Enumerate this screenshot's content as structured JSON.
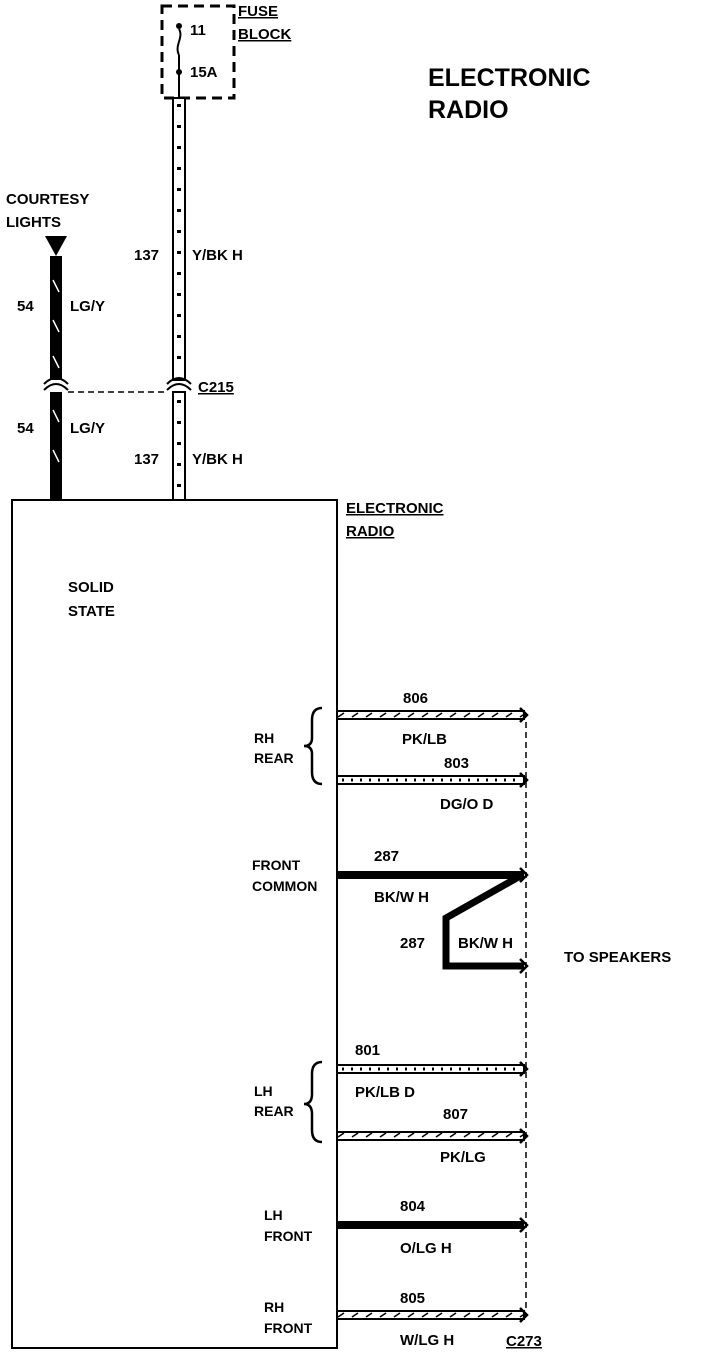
{
  "title": {
    "line1": "ELECTRONIC",
    "line2": "RADIO"
  },
  "fuse": {
    "label_line1": "FUSE",
    "label_line2": "BLOCK",
    "number": "11",
    "rating": "15A"
  },
  "courtesy": {
    "line1": "COURTESY",
    "line2": "LIGHTS"
  },
  "connectors": {
    "c215": "C215",
    "c273": "C273"
  },
  "wires_top": [
    {
      "number": "54",
      "color": "LG/Y"
    },
    {
      "number": "54",
      "color": "LG/Y"
    },
    {
      "number": "137",
      "color": "Y/BK H"
    },
    {
      "number": "137",
      "color": "Y/BK H"
    }
  ],
  "radio": {
    "label_line1": "ELECTRONIC",
    "label_line2": "RADIO",
    "solid_line1": "SOLID",
    "solid_line2": "STATE"
  },
  "channels": {
    "rh_rear": {
      "line1": "RH",
      "line2": "REAR"
    },
    "front_common": {
      "line1": "FRONT",
      "line2": "COMMON"
    },
    "lh_rear": {
      "line1": "LH",
      "line2": "REAR"
    },
    "lh_front": {
      "line1": "LH",
      "line2": "FRONT"
    },
    "rh_front": {
      "line1": "RH",
      "line2": "FRONT"
    }
  },
  "speaker_wires": [
    {
      "number": "806",
      "color": "PK/LB"
    },
    {
      "number": "803",
      "color": "DG/O D"
    },
    {
      "number": "287",
      "color": "BK/W H"
    },
    {
      "number": "287",
      "color": "BK/W H"
    },
    {
      "number": "801",
      "color": "PK/LB D"
    },
    {
      "number": "807",
      "color": "PK/LG"
    },
    {
      "number": "804",
      "color": "O/LG H"
    },
    {
      "number": "805",
      "color": "W/LG H"
    }
  ],
  "to_speakers": "TO SPEAKERS"
}
